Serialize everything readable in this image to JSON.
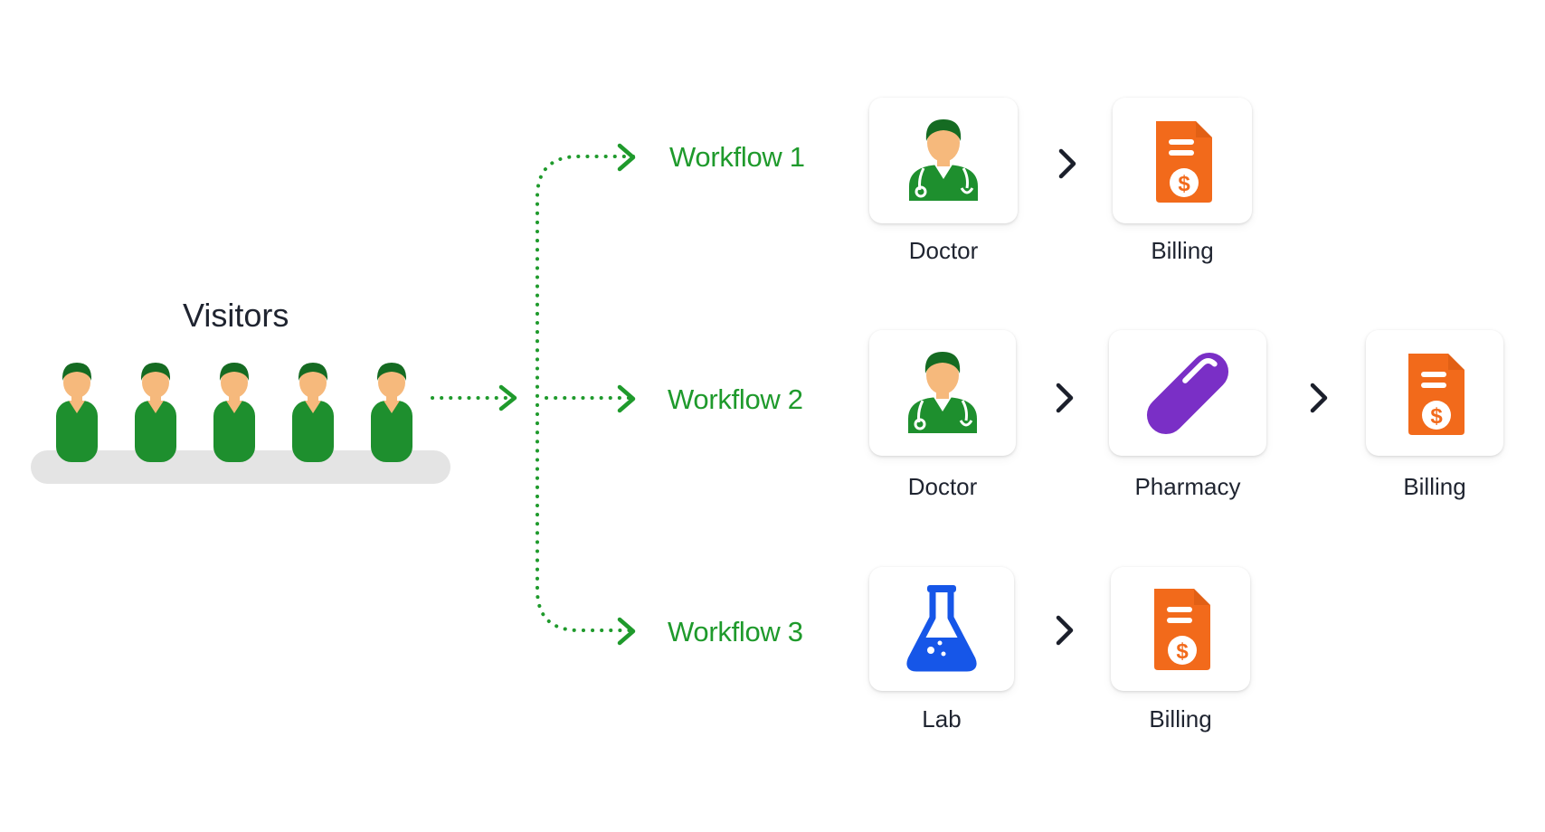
{
  "visitors": {
    "title": "Visitors",
    "count": 5,
    "person_color": "#1e8f2e",
    "skin_color": "#f6b97c",
    "hair_color": "#156b22"
  },
  "workflows": [
    {
      "label": "Workflow 1",
      "steps": [
        {
          "label": "Doctor",
          "icon": "doctor-icon"
        },
        {
          "label": "Billing",
          "icon": "billing-icon"
        }
      ]
    },
    {
      "label": "Workflow 2",
      "steps": [
        {
          "label": "Doctor",
          "icon": "doctor-icon"
        },
        {
          "label": "Pharmacy",
          "icon": "pill-icon"
        },
        {
          "label": "Billing",
          "icon": "billing-icon"
        }
      ]
    },
    {
      "label": "Workflow 3",
      "steps": [
        {
          "label": "Lab",
          "icon": "lab-flask-icon"
        },
        {
          "label": "Billing",
          "icon": "billing-icon"
        }
      ]
    }
  ],
  "colors": {
    "arrow": "#1f9a2c",
    "billing": "#f26a1b",
    "pill": "#7a2fc6",
    "flask": "#1656e8",
    "chevron": "#1b1f2b"
  }
}
